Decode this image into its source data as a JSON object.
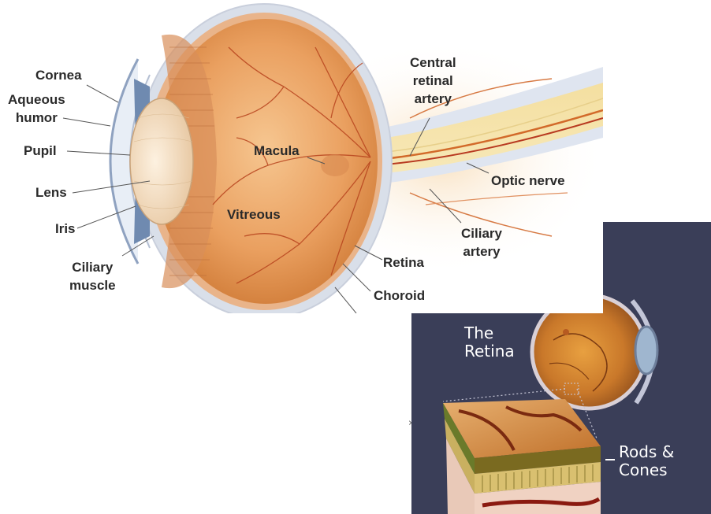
{
  "eye_diagram": {
    "labels": {
      "cornea": "Cornea",
      "aqueous_humor_line1": "Aqueous",
      "aqueous_humor_line2": "humor",
      "pupil": "Pupil",
      "lens": "Lens",
      "iris": "Iris",
      "ciliary_muscle_line1": "Ciliary",
      "ciliary_muscle_line2": "muscle",
      "macula": "Macula",
      "vitreous": "Vitreous",
      "central_retinal_artery_line1": "Central",
      "central_retinal_artery_line2": "retinal",
      "central_retinal_artery_line3": "artery",
      "optic_nerve": "Optic nerve",
      "ciliary_artery_line1": "Ciliary",
      "ciliary_artery_line2": "artery",
      "retina": "Retina",
      "choroid": "Choroid"
    }
  },
  "retina_panel": {
    "title_line1": "The",
    "title_line2": "Retina",
    "rods_cones_line1": "Rods &",
    "rods_cones_line2": "Cones",
    "background_color": "#3a3e58"
  }
}
